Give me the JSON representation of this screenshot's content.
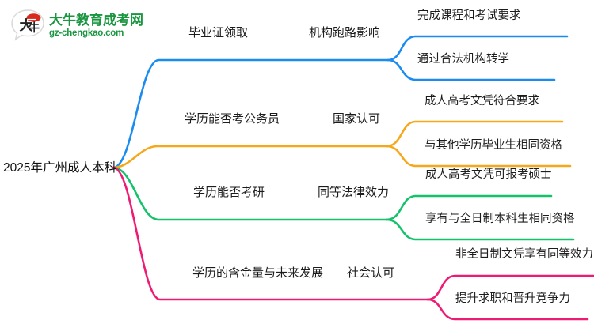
{
  "logo": {
    "mark_char": "大牛",
    "title": "大牛教育成考网",
    "subtitle": "gz-chengkao.com",
    "brand_color": "#1a9641",
    "accent_color": "#d9291c"
  },
  "mindmap": {
    "root": {
      "label": "2025年广州成人本科"
    },
    "branches": [
      {
        "color": "#1a8cf0",
        "level1": "毕业证领取",
        "level2": "机构跑路影响",
        "leaves": [
          "完成课程和考试要求",
          "通过合法机构转学"
        ]
      },
      {
        "color": "#f5a81c",
        "level1": "学历能否考公务员",
        "level2": "国家认可",
        "leaves": [
          "成人高考文凭符合要求",
          "与其他学历毕业生相同资格"
        ]
      },
      {
        "color": "#15c26b",
        "level1": "学历能否考研",
        "level2": "同等法律效力",
        "leaves": [
          "成人高考文凭可报考硕士",
          "享有与全日制本科生相同资格"
        ]
      },
      {
        "color": "#ee1b74",
        "level1": "学历的含金量与未来发展",
        "level2": "社会认可",
        "leaves": [
          "非全日制文凭享有同等效力",
          "提升求职和晋升竞争力"
        ]
      }
    ]
  }
}
